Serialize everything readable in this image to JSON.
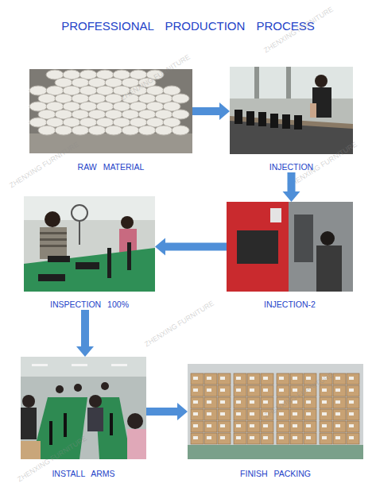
{
  "diagram": {
    "title": "PROFESSIONAL PRODUCTION PROCESS",
    "nodes": [
      {
        "text": [
          "RAW MATERIAL"
        ]
      },
      {
        "text": [
          "INJECTION"
        ]
      },
      {
        "text": [
          "INSPECTION 100%"
        ]
      },
      {
        "text": [
          "INJECTION-2"
        ]
      },
      {
        "text": [
          "INSTALL ARMS"
        ]
      },
      {
        "text": [
          "FINISH PACKING"
        ]
      }
    ],
    "edges": [
      {
        "from": 0,
        "to": 1,
        "arrow": "to"
      },
      {
        "from": 1,
        "to": 3,
        "arrow": "to"
      },
      {
        "from": 3,
        "to": 2,
        "arrow": "to"
      },
      {
        "from": 2,
        "to": 4,
        "arrow": "to"
      },
      {
        "from": 4,
        "to": 5,
        "arrow": "to"
      }
    ],
    "labels": [
      "ZHENXING FURNITURE",
      "ZHENXING FURNITURE",
      "ZHENXING FURNITURE",
      "ZHENXING FURNITURE",
      "ZHENXING FURNITURE",
      "ZHENXING FURNITURE",
      "ZHENXING FURNITURE"
    ]
  }
}
